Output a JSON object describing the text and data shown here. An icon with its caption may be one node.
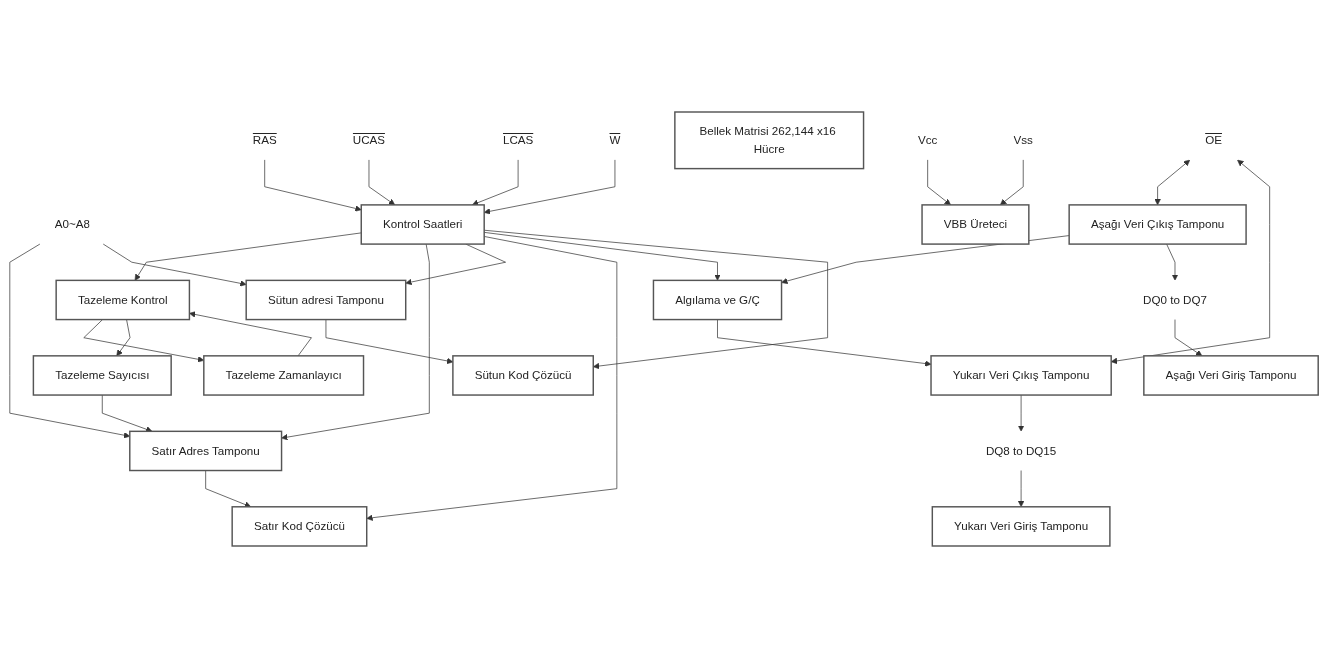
{
  "diagram": {
    "nodes": [
      {
        "text": [
          "RAS"
        ]
      },
      {
        "text": [
          "UCAS"
        ]
      },
      {
        "text": [
          "LCAS"
        ]
      },
      {
        "text": [
          "W"
        ]
      },
      {
        "text": [
          "Kontrol Saatleri"
        ]
      },
      {
        "text": [
          "VBB Üreteci"
        ]
      },
      {
        "text": [
          "Vcc"
        ]
      },
      {
        "text": [
          "Vss"
        ]
      },
      {
        "text": [
          "Tazeleme Zamanlayıcı"
        ]
      },
      {
        "text": [
          "Tazeleme Kontrol"
        ]
      },
      {
        "text": [
          "Tazeleme Sayıcısı"
        ]
      },
      {
        "text": [
          "Satır Adres Tamponu"
        ]
      },
      {
        "text": [
          "Sütun adresi Tamponu"
        ]
      },
      {
        "text": [
          "A0~A8"
        ]
      },
      {
        "text": [
          "Satır Kod Çözücü"
        ]
      },
      {
        "text": [
          "Bellek Matrisi 262,144 x16 Hücre"
        ]
      },
      {
        "text": [
          "Algılama ve G/Ç"
        ]
      },
      {
        "text": [
          "Sütun Kod Çözücü"
        ]
      },
      {
        "text": [
          "Aşağı Veri Giriş Tamponu"
        ]
      },
      {
        "text": [
          "Aşağı Veri Çıkış Tamponu"
        ]
      },
      {
        "text": [
          "Yukarı Veri Giriş Tamponu"
        ]
      },
      {
        "text": [
          "Yukarı Veri Çıkış Tamponu"
        ]
      },
      {
        "text": [
          "DQ0 to DQ7"
        ]
      },
      {
        "text": [
          "OE"
        ]
      },
      {
        "text": [
          "DQ8 to DQ15"
        ]
      }
    ],
    "edges": [
      {
        "from": 0,
        "to": 4,
        "arrow": "to"
      },
      {
        "from": 1,
        "to": 4,
        "arrow": "to"
      },
      {
        "from": 2,
        "to": 4,
        "arrow": "to"
      },
      {
        "from": 3,
        "to": 4,
        "arrow": "to"
      },
      {
        "from": 6,
        "to": 5,
        "arrow": "to"
      },
      {
        "from": 7,
        "to": 5,
        "arrow": "to"
      },
      {
        "from": 4,
        "to": 9,
        "arrow": "to"
      },
      {
        "from": 4,
        "to": 11,
        "arrow": "to"
      },
      {
        "from": 4,
        "to": 12,
        "arrow": "to"
      },
      {
        "from": 4,
        "to": 14,
        "arrow": "to"
      },
      {
        "from": 4,
        "to": 16,
        "arrow": "to"
      },
      {
        "from": 4,
        "to": 17,
        "arrow": "to"
      },
      {
        "from": 8,
        "to": 9,
        "arrow": "to"
      },
      {
        "from": 9,
        "to": 8,
        "arrow": "to"
      },
      {
        "from": 9,
        "to": 10,
        "arrow": "to"
      },
      {
        "from": 10,
        "to": 11,
        "arrow": "to"
      },
      {
        "from": 13,
        "to": 11,
        "arrow": "to"
      },
      {
        "from": 13,
        "to": 12,
        "arrow": "to"
      },
      {
        "from": 11,
        "to": 14,
        "arrow": "to"
      },
      {
        "from": 12,
        "to": 17,
        "arrow": "to"
      },
      {
        "from": 19,
        "to": 16,
        "arrow": "to"
      },
      {
        "from": 16,
        "to": 21,
        "arrow": "to"
      },
      {
        "from": 22,
        "to": 18,
        "arrow": "to"
      },
      {
        "from": 19,
        "to": 22,
        "arrow": "to"
      },
      {
        "from": 23,
        "to": 19,
        "arrow": "both"
      },
      {
        "from": 23,
        "to": 21,
        "arrow": "both"
      },
      {
        "from": 24,
        "to": 20,
        "arrow": "to"
      },
      {
        "from": 21,
        "to": 24,
        "arrow": "to"
      }
    ]
  }
}
